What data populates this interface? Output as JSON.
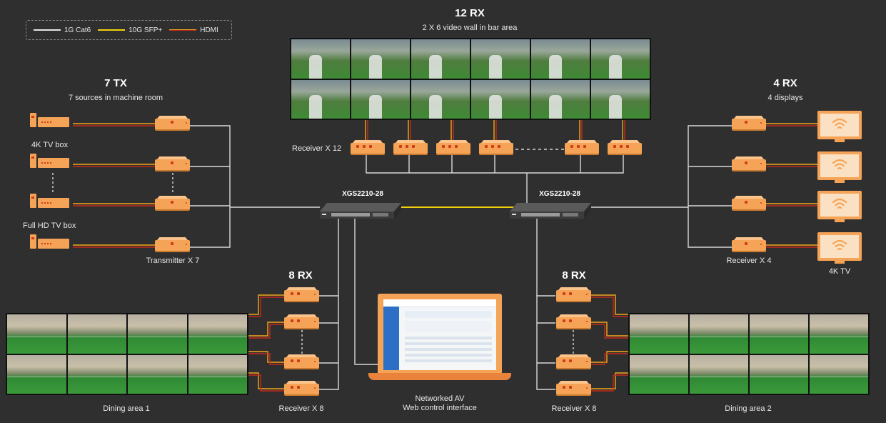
{
  "legend": {
    "cat6": "1G Cat6",
    "sfp": "10G SFP+",
    "hdmi": "HDMI"
  },
  "colors": {
    "background": "#2f2f2f",
    "cat6": "#e6e6e6",
    "sfp": "#f2d20b",
    "hdmi_top": "#f2a71b",
    "hdmi_bottom": "#c7291b",
    "device": "#f5a356"
  },
  "tx": {
    "title": "7 TX",
    "subtitle": "7 sources in machine room",
    "source_4k": "4K TV box",
    "source_fhd": "Full HD TV box",
    "transmitter_label": "Transmitter  X 7"
  },
  "bar": {
    "title": "12 RX",
    "subtitle": "2 X 6 video wall in bar area",
    "receiver_label": "Receiver X 12"
  },
  "displays": {
    "title": "4 RX",
    "subtitle": "4 displays",
    "receiver_label": "Receiver X 4",
    "tv_label": "4K TV"
  },
  "switches": {
    "left": "XGS2210-28",
    "right": "XGS2210-28"
  },
  "dining1": {
    "title": "8 RX",
    "wall_label": "Dining area 1",
    "receiver_label": "Receiver X 8"
  },
  "dining2": {
    "title": "8 RX",
    "wall_label": "Dining area 2",
    "receiver_label": "Receiver X 8"
  },
  "web": {
    "line1": "Networked AV",
    "line2": "Web control interface"
  },
  "icons": [
    "tv-box-icon",
    "transmitter-icon",
    "receiver-icon",
    "switch-icon",
    "wifi-tv-icon",
    "laptop-icon",
    "video-wall-icon"
  ]
}
